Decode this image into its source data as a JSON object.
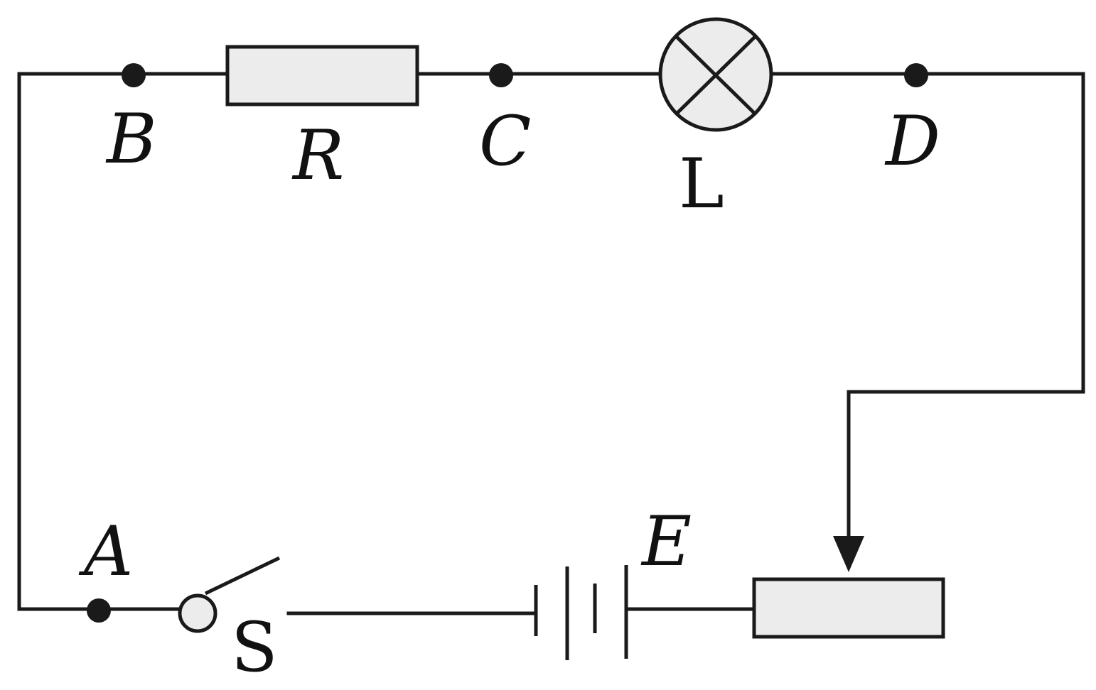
{
  "diagram": {
    "type": "circuit",
    "points": {
      "a": "A",
      "b": "B",
      "c": "C",
      "d": "D"
    },
    "components": {
      "resistor": "R",
      "lamp": "L",
      "switch": "S",
      "battery": "E"
    },
    "colors": {
      "line": "#1a1a1a",
      "component_fill": "#ececec",
      "background": "#ffffff"
    },
    "switch_state": "open",
    "icons": [
      "resistor-symbol",
      "lamp-symbol",
      "switch-symbol",
      "battery-symbol",
      "rheostat-symbol"
    ]
  }
}
